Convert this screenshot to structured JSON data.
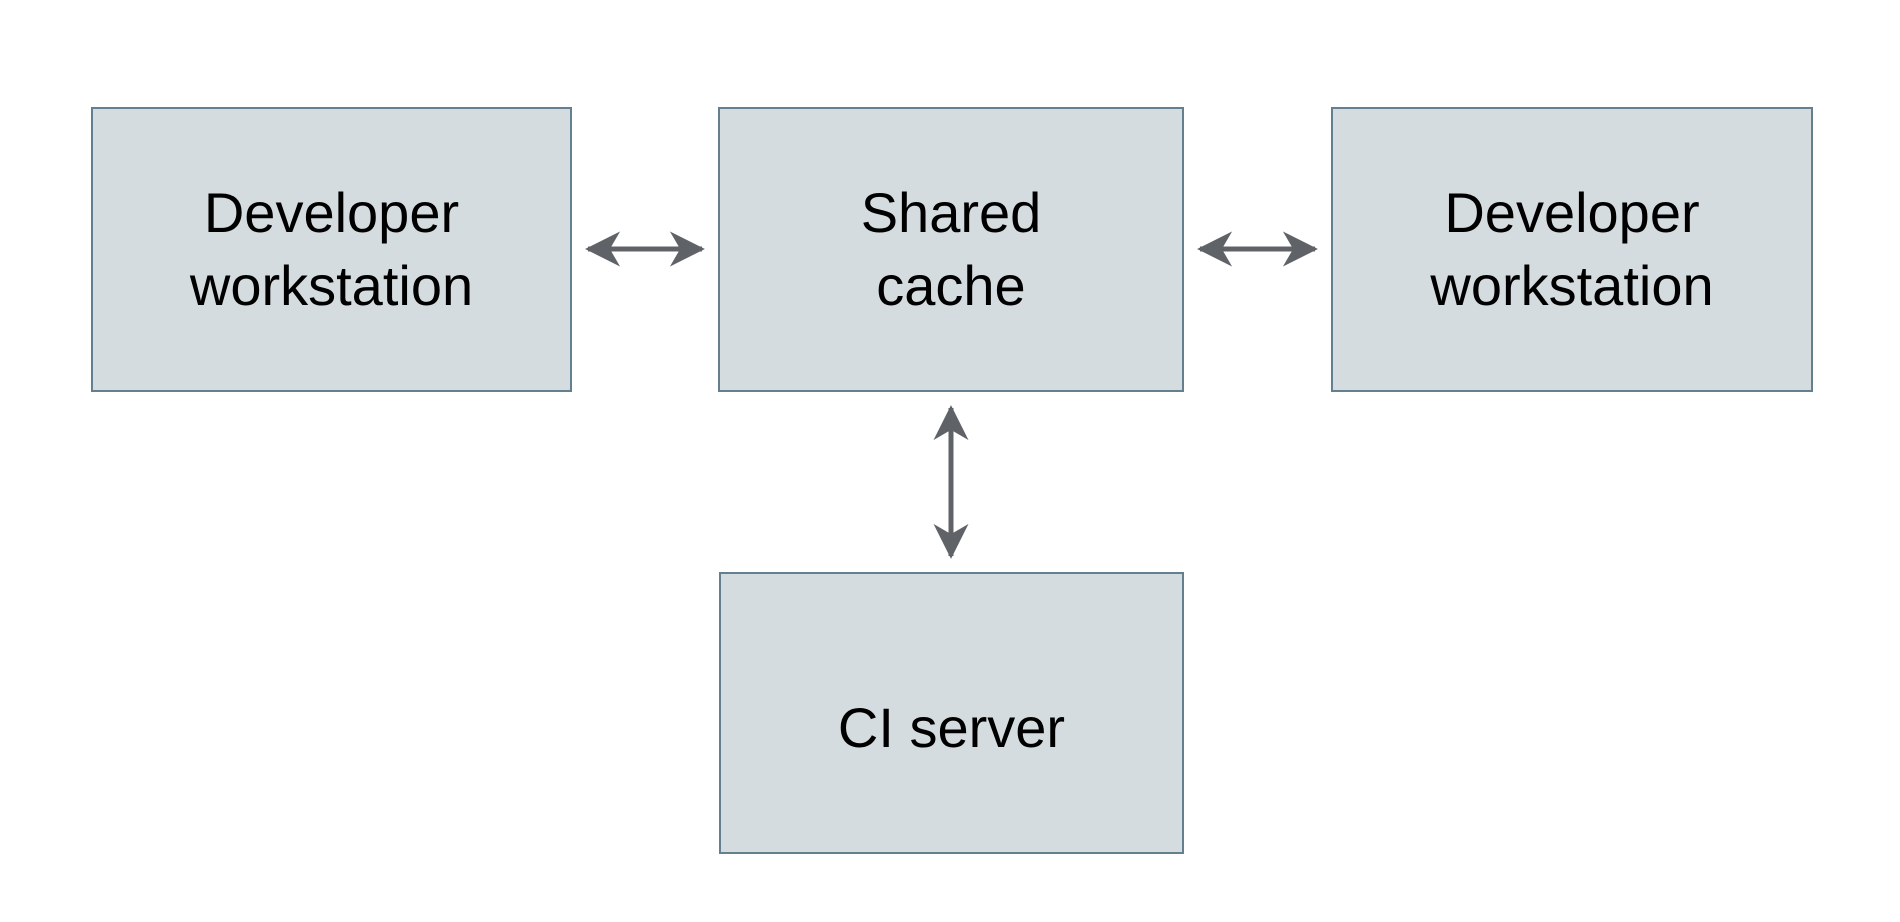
{
  "diagram": {
    "type": "architecture-diagram",
    "nodes": [
      {
        "id": "dev-left",
        "label": "Developer\nworkstation"
      },
      {
        "id": "cache",
        "label": "Shared\ncache"
      },
      {
        "id": "dev-right",
        "label": "Developer\nworkstation"
      },
      {
        "id": "ci",
        "label": "CI server"
      }
    ],
    "edges": [
      {
        "from": "dev-left",
        "to": "cache",
        "direction": "bidirectional",
        "orientation": "horizontal"
      },
      {
        "from": "cache",
        "to": "dev-right",
        "direction": "bidirectional",
        "orientation": "horizontal"
      },
      {
        "from": "cache",
        "to": "ci",
        "direction": "bidirectional",
        "orientation": "vertical"
      }
    ],
    "colors": {
      "node_fill": "#d5dcdf",
      "node_border": "#64808e",
      "arrow": "#5f6368",
      "text": "#000000",
      "background": "#ffffff"
    }
  }
}
